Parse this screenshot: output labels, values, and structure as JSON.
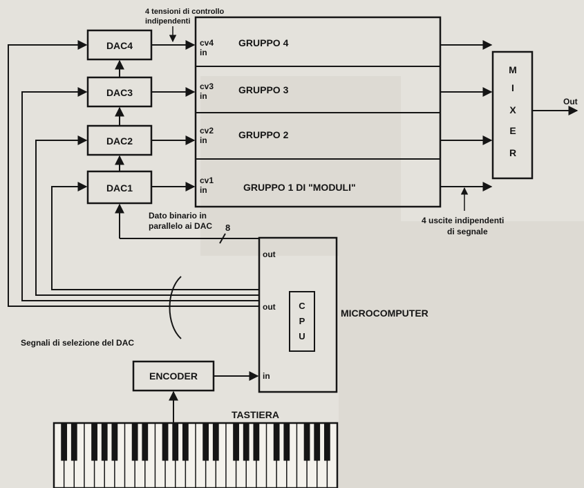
{
  "annotations": {
    "control_voltages_line1": "4 tensioni di controllo",
    "control_voltages_line2": "indipendenti",
    "outputs_line1": "4 uscite indipendenti",
    "outputs_line2": "di segnale",
    "binary_line1": "Dato binario in",
    "binary_line2": "parallelo ai DAC",
    "bus_width": "8",
    "dac_select": "Segnali di selezione del DAC",
    "out_label": "Out",
    "keyboard_label": "TASTIERA"
  },
  "dacs": [
    {
      "label": "DAC4",
      "cv_label": "cv4",
      "in_label": "in",
      "group_label": "GRUPPO 4"
    },
    {
      "label": "DAC3",
      "cv_label": "cv3",
      "in_label": "in",
      "group_label": "GRUPPO 3"
    },
    {
      "label": "DAC2",
      "cv_label": "cv2",
      "in_label": "in",
      "group_label": "GRUPPO 2"
    },
    {
      "label": "DAC1",
      "cv_label": "cv1",
      "in_label": "in",
      "group_label": "GRUPPO 1 DI \"MODULI\""
    }
  ],
  "mixer": {
    "letters": [
      "M",
      "I",
      "X",
      "E",
      "R"
    ]
  },
  "microcomputer": {
    "label": "MICROCOMPUTER",
    "cpu_letters": [
      "C",
      "P",
      "U"
    ],
    "port_out_top": "out",
    "port_out_mid": "out",
    "port_in": "in"
  },
  "encoder": {
    "label": "ENCODER"
  },
  "colors": {
    "line": "#151515",
    "paper": "#e4e2dc",
    "ghost_text": "#b7b4ad"
  }
}
